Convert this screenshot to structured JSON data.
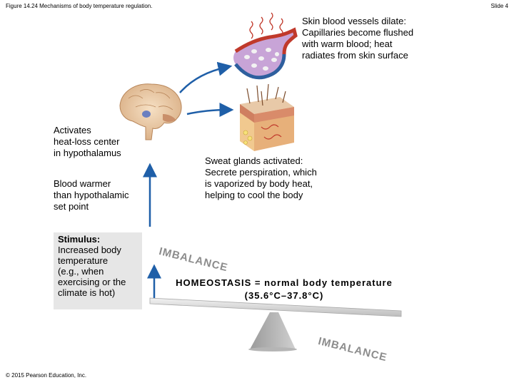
{
  "header": {
    "figure_title": "Figure 14.24 Mechanisms of body temperature regulation.",
    "slide_number": "Slide 4"
  },
  "labels": {
    "skin_vessels": "Skin blood vessels dilate:\nCapillaries become flushed\nwith warm blood; heat\nradiates from skin surface",
    "sweat_glands": "Sweat glands activated:\nSecrete perspiration, which\nis vaporized by body heat,\nhelping to cool the body",
    "activates": "Activates\nheat-loss center\nin hypothalamus",
    "blood_warmer": "Blood warmer\nthan hypothalamic\nset point"
  },
  "stimulus": {
    "title": "Stimulus:",
    "body": "Increased body\ntemperature\n(e.g., when\nexercising or the\nclimate is hot)"
  },
  "homeostasis": {
    "line1": "HOMEOSTASIS = normal body temperature",
    "line2": "(35.6°C–37.8°C)"
  },
  "imbalance_upper": "IMBALANCE",
  "imbalance_lower": "IMBALANCE",
  "footer": {
    "copyright": "© 2015 Pearson Education, Inc."
  },
  "colors": {
    "arrow": "#1f5fa8",
    "box": "#e6e6e6",
    "imbalance_text": "#8c8c8c",
    "seesaw": "#d8d8d8"
  }
}
